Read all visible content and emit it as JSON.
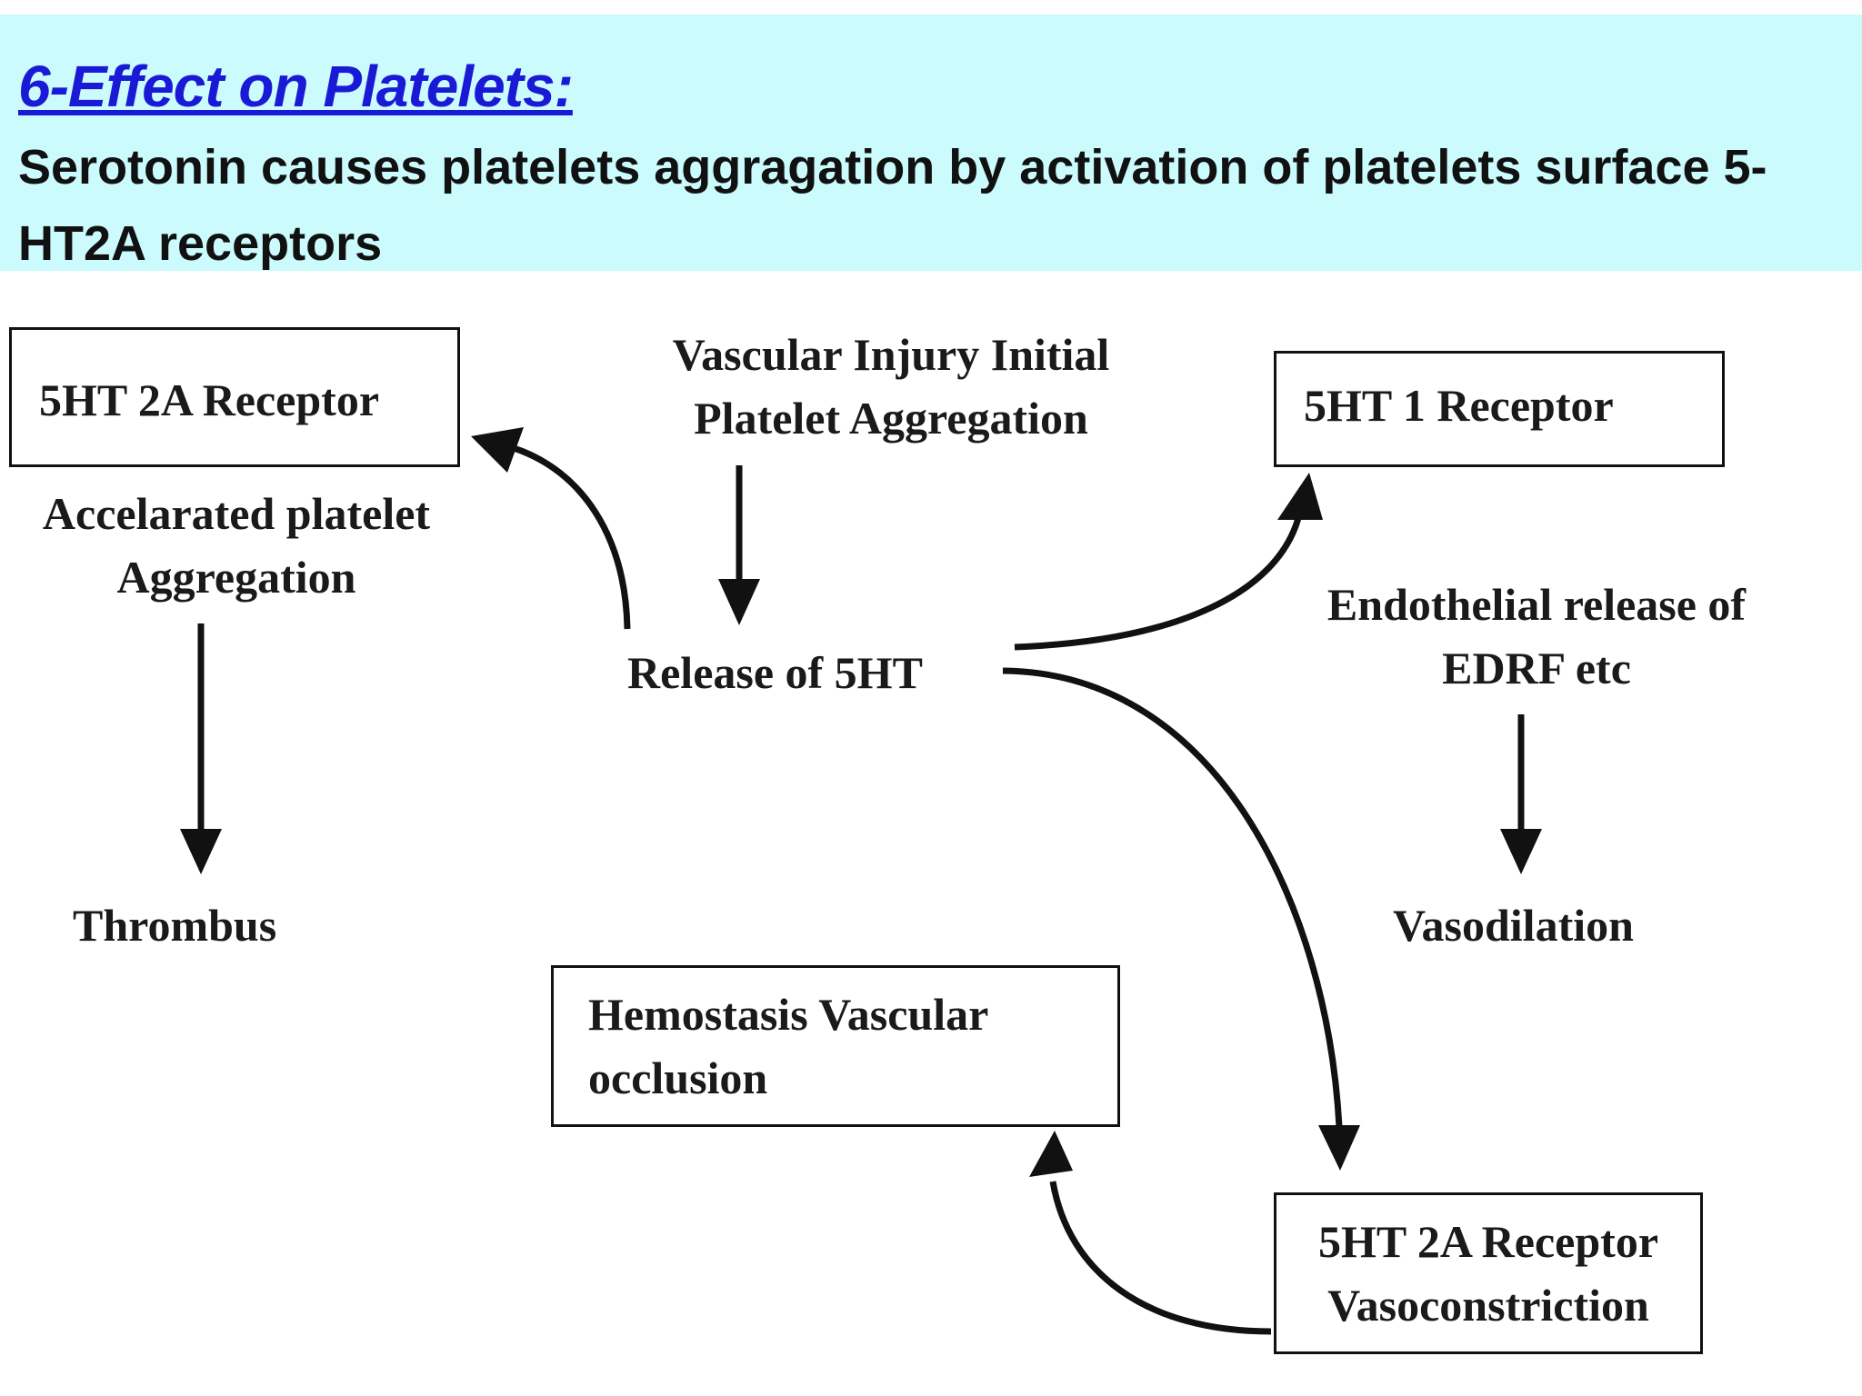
{
  "header": {
    "title": "6-Effect on Platelets:",
    "subtitle": "Serotonin causes platelets aggragation by  activation  of platelets surface 5-HT2A receptors"
  },
  "diagram": {
    "nodes": {
      "platelet_receptor": "5HT 2A Receptor",
      "vascular_injury_line1": "Vascular Injury Initial",
      "vascular_injury_line2": "Platelet Aggregation",
      "ht1_receptor": "5HT 1 Receptor",
      "accelerated_line1": "Accelarated platelet",
      "accelerated_line2": "Aggregation",
      "release": "Release of 5HT",
      "endothelial_line1": "Endothelial release of",
      "endothelial_line2": "EDRF etc",
      "thrombus": "Thrombus",
      "vasodilation": "Vasodilation",
      "hemostasis_line1": "Hemostasis Vascular",
      "hemostasis_line2": "occlusion",
      "vasoconstriction_line1": "5HT 2A Receptor",
      "vasoconstriction_line2": "Vasoconstriction"
    }
  },
  "colors": {
    "header_bg": "#ccfbfd",
    "title": "#1a1ad6",
    "text": "#1a1a1a"
  }
}
